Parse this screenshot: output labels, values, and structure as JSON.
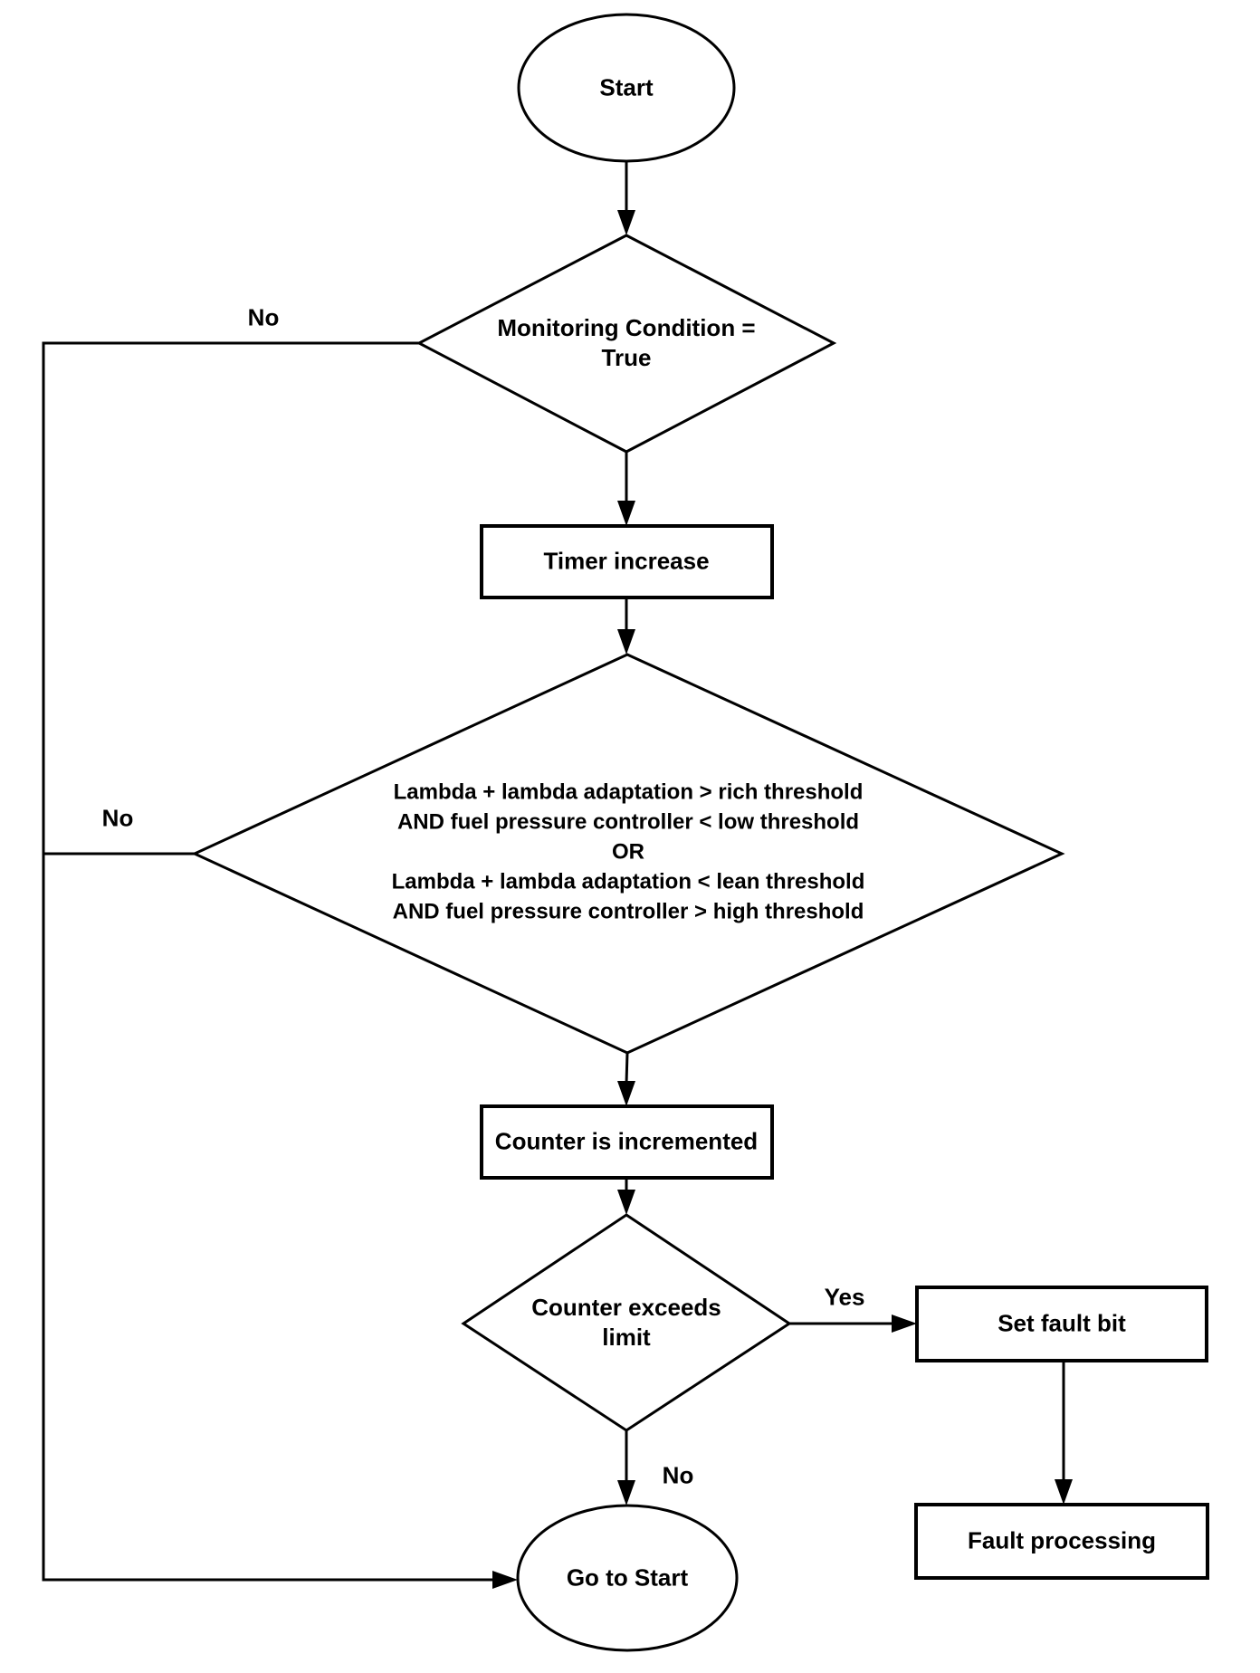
{
  "page": {
    "background_color": "#ffffff",
    "line_color": "#000000",
    "text_color": "#000000"
  },
  "flowchart": {
    "nodes": {
      "start": {
        "type": "terminator",
        "label": "Start"
      },
      "monitoring_decision": {
        "type": "decision",
        "lines": [
          "Monitoring Condition =",
          "True"
        ]
      },
      "timer_increase": {
        "type": "process",
        "label": "Timer increase"
      },
      "lambda_decision": {
        "type": "decision",
        "lines": [
          "Lambda + lambda adaptation > rich threshold",
          "AND fuel pressure controller < low threshold",
          "OR",
          "Lambda + lambda adaptation < lean threshold",
          "AND fuel pressure controller > high threshold"
        ]
      },
      "counter_incremented": {
        "type": "process",
        "label": "Counter is incremented"
      },
      "counter_decision": {
        "type": "decision",
        "lines": [
          "Counter exceeds",
          "limit"
        ]
      },
      "set_fault_bit": {
        "type": "process",
        "label": "Set fault bit"
      },
      "fault_processing": {
        "type": "process",
        "label": "Fault processing"
      },
      "goto_start": {
        "type": "terminator",
        "label": "Go to Start"
      }
    },
    "edge_labels": {
      "monitoring_no": "No",
      "lambda_no": "No",
      "counter_yes": "Yes",
      "counter_no": "No"
    }
  }
}
